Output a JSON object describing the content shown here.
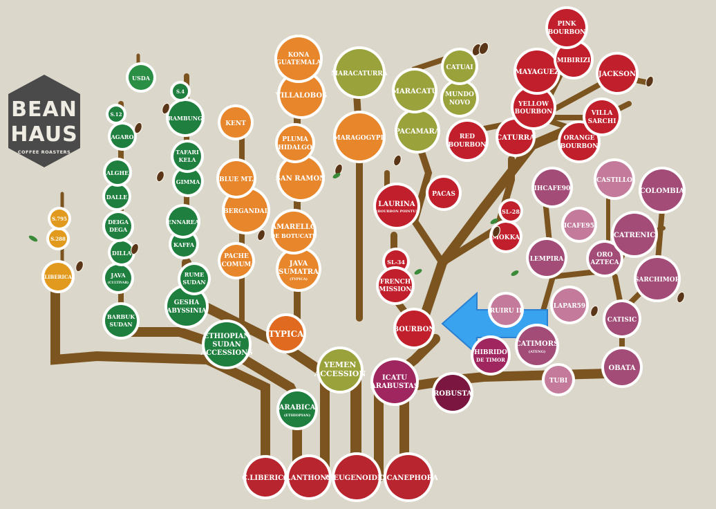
{
  "logo": {
    "line1": "BEAN",
    "line2": "HAUS",
    "tagline": "COFFEE ROASTERS"
  },
  "colors": {
    "background": "#dcd7cb",
    "trunk": "#7b5420",
    "red": "#b8252e",
    "crimson": "#c01f2b",
    "orange": "#e8862c",
    "dark_orange": "#e06a1f",
    "olive": "#9aa23b",
    "green": "#2a8f45",
    "dark_green": "#1f7f3f",
    "mauve": "#a24c77",
    "light_mauve": "#c47a9a",
    "maroon": "#7a1640",
    "amber": "#e19a1d",
    "arrow": "#3aa3f0"
  },
  "nodes": {
    "cliberica": "C.LIBERICA",
    "canthonyi": "C.ANTHONYI",
    "ceugenoides": "C.EUGENOIDES",
    "ccanephora": "C.CANEPHORA",
    "arabica": "ARABICA",
    "arabica_sub": "(ETHIOPIAN)",
    "yemen1": "YEMEN",
    "yemen2": "ACCESSION",
    "ethiopian1": "ETHIOPIAN",
    "ethiopian2": "SUDAN",
    "ethiopian3": "ACCESSIONS",
    "typica": "TYPICA",
    "bourbon": "BOURBON",
    "icatu1": "ICATU",
    "icatu2": "ARABUSTAS",
    "robusta": "ROBUSTA",
    "hibrido1": "HIBRIDO",
    "hibrido2": "DE TIMOR",
    "catimors": "CATIMORS",
    "catimors_sub": "(ATENG)",
    "tubi": "TUBI",
    "obata": "OBATA",
    "catisic": "CATISIC",
    "lapar": "LAPAR59",
    "ruiru": "RUIRU II",
    "sarchimor": "SARCHIMOR",
    "oro1": "ORO",
    "oro2": "AZTECA",
    "catrenic": "CATRENIC",
    "icafe": "ICAFE95",
    "lempira": "LEMPIRA",
    "ihcafe": "IHCAFE90",
    "castillo": "CASTILLO",
    "colombia": "COLOMBIA",
    "mokka": "MOKKA",
    "sl28": "SL-28",
    "sl34": "SL-34",
    "french1": "FRENCH",
    "french2": "MISSION",
    "laurina": "LAURINA",
    "laurina_sub": "(BOURBON POINTU)",
    "pacas": "PACAS",
    "red1": "RED",
    "red2": "BOURBON",
    "caturra": "CATURRA",
    "orange1": "ORANGE",
    "orange2": "BOURBON",
    "villa1": "VILLA",
    "villa2": "SARCHI",
    "yellow1": "YELLOW",
    "yellow2": "BOURBON",
    "jackson": "JACKSON",
    "mayaguez": "MAYAGUEZ",
    "mibirizi": "MIBIRIZI",
    "pink1": "PINK",
    "pink2": "BOURBON",
    "pacamara": "PACAMARA",
    "maracatu": "MARACATU",
    "mundo1": "MUNDO",
    "mundo2": "NOVO",
    "catuai": "CATUAI",
    "maragogype": "MARAGOGYPE",
    "maracaturra": "MARACATURRA",
    "java_sum1": "JAVA",
    "java_sum2": "SUMATRA",
    "java_sum3": "(TYPICA)",
    "amarello1": "AMARELLO",
    "amarello2": "DE BOTUCATU",
    "san_ramon": "SAN RAMON",
    "pluma1": "PLUMA",
    "pluma2": "HIDALGO",
    "villalobos": "VILLALOBOS",
    "kona1": "KONA",
    "kona2": "GUATEMALA",
    "pache1": "PACHE",
    "pache2": "COMUM",
    "bergandal": "BERGANDAL",
    "blue_mt": "BLUE MT.",
    "kent": "KENT",
    "gesha1": "GESHA",
    "gesha2": "ABYSSINIA",
    "rume1": "RUME",
    "rume2": "SUDAN",
    "kaffa": "KAFFA",
    "ennarea": "ENNAREA",
    "gimma": "GIMMA",
    "tafari1": "TAFARI",
    "tafari2": "KELA",
    "rambung": "RAMBUNG",
    "s4": "S.4",
    "usda": "USDA",
    "barbuk1": "BARBUK",
    "barbuk2": "SUDAN",
    "java1": "JAVA",
    "java2": "(CULTIVAR)",
    "dilla": "DILLA",
    "deiga1": "DEIGA",
    "deiga2": "DEGA",
    "dalle": "DALLE",
    "alghe": "ALGHE",
    "agaro": "AGARO",
    "s12": "S.12",
    "liberica": "LIBERICA",
    "s288": "S.288",
    "s795": "S.795"
  }
}
